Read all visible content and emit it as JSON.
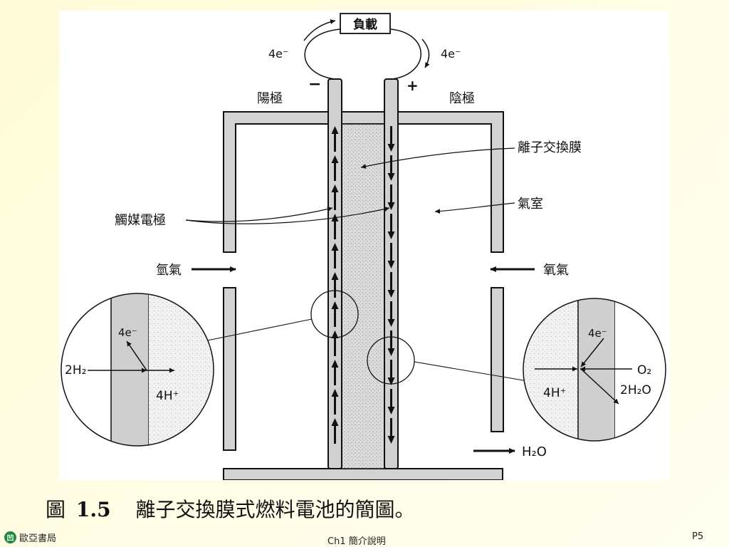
{
  "diagram": {
    "load": "負載",
    "electrons_left": "4e⁻",
    "electrons_right": "4e⁻",
    "minus_sign": "−",
    "plus_sign": "+",
    "anode": "陽極",
    "cathode": "陰極",
    "membrane": "離子交換膜",
    "gas_chamber": "氣室",
    "catalyst_electrode": "觸媒電極",
    "hydrogen": "氫氣",
    "oxygen": "氧氣",
    "water_out": "H₂O",
    "anode_zoom": {
      "electrons": "4e⁻",
      "reactant": "2H₂",
      "product": "4H⁺"
    },
    "cathode_zoom": {
      "electrons": "4e⁻",
      "oxygen": "O₂",
      "water": "2H₂O",
      "protons": "4H⁺"
    }
  },
  "caption": {
    "prefix": "圖",
    "number": "1.5",
    "text": "離子交換膜式燃料電池的簡圖。"
  },
  "footer": {
    "publisher": "歐亞書局",
    "logo_glyph": "凹",
    "chapter": "Ch1 簡介說明",
    "page": "P5"
  },
  "colors": {
    "panel_background": "#ffffff",
    "slide_background": "#fffbd8",
    "electrode_gray": "#cfcfcf",
    "logo_green": "#1e8a3c"
  }
}
